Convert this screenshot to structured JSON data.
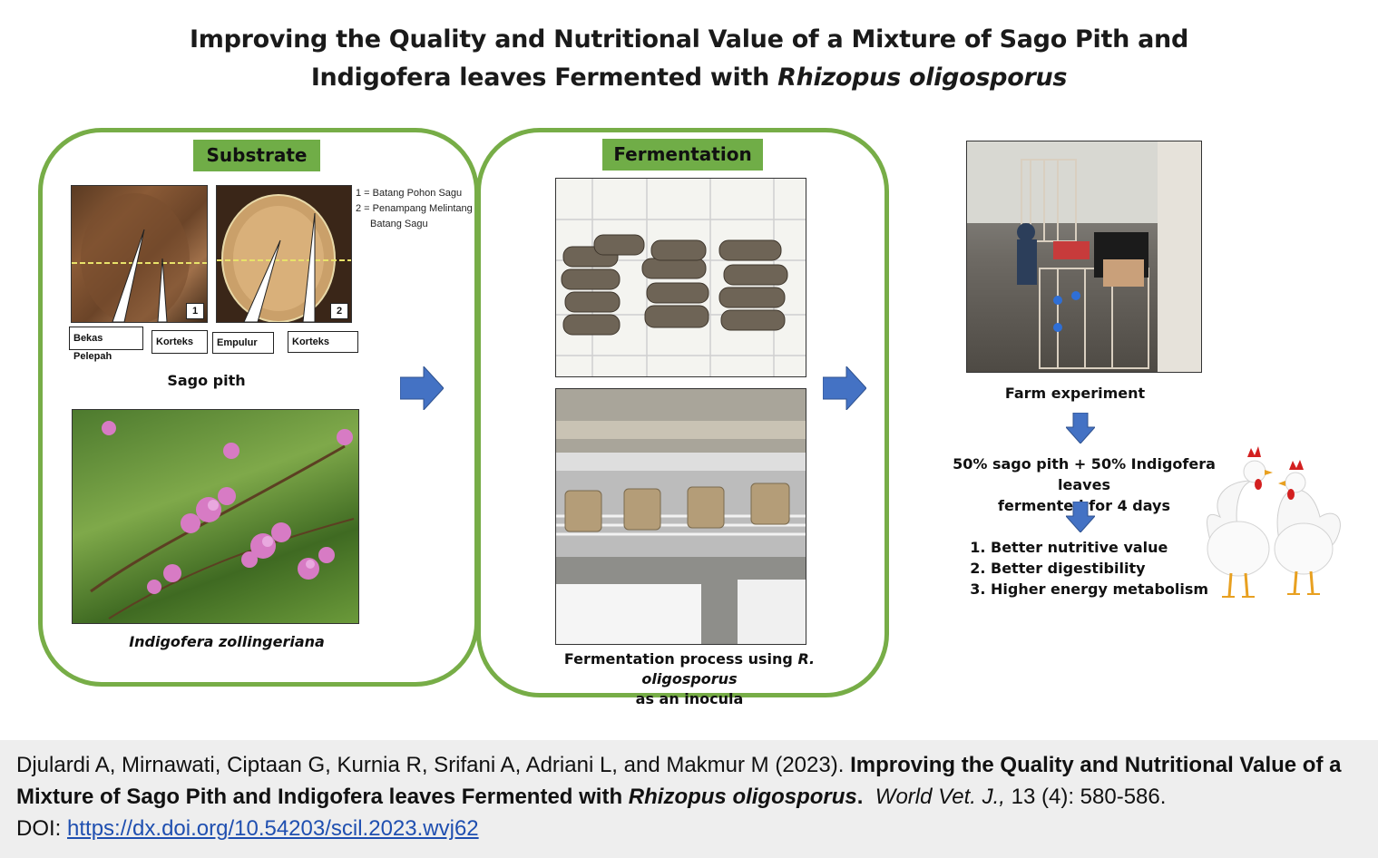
{
  "title": {
    "line1": "Improving the Quality and Nutritional Value of a Mixture of Sago Pith and",
    "line2_plain": "Indigofera leaves Fermented with ",
    "line2_italic": "Rhizopus oligosporus"
  },
  "substrate": {
    "tag": "Substrate",
    "legend": [
      "1 = Batang Pohon Sagu",
      "2 = Penampang Melintang",
      "Batang Sagu"
    ],
    "labels": [
      "Bekas Pelepah",
      "Korteks",
      "Empulur",
      "Korteks"
    ],
    "numbers": [
      "1",
      "2"
    ],
    "sago_caption": "Sago pith",
    "plant_caption": "Indigofera  zollingeriana"
  },
  "fermentation": {
    "tag": "Fermentation",
    "caption_plain": "Fermentation process using ",
    "caption_italic": "R. oligosporus",
    "caption_line2": "as an inocula"
  },
  "farm": {
    "caption": "Farm experiment",
    "mixture_line1": "50% sago pith + 50% Indigofera leaves",
    "mixture_line2": "fermented for 4 days",
    "results": [
      "Better nutritive value",
      "Better digestibility",
      "Higher energy metabolism"
    ]
  },
  "citation": {
    "authors": "Djulardi A, Mirnawati, Ciptaan G, Kurnia R, Srifani A, Adriani L, and Makmur M (2023). ",
    "title_bold": "Improving the Quality and Nutritional Value of a Mixture of Sago Pith and Indigofera leaves Fermented with ",
    "title_italic": "Rhizopus oligosporus",
    "title_end": ".",
    "journal": "World Vet. J.,",
    "volume": " 13 (4): 580-586.",
    "doi_label": "DOI: ",
    "doi_url": "https://dx.doi.org/10.54203/scil.2023.wvj62"
  },
  "colors": {
    "accent_green": "#70ad47",
    "arrow_blue": "#4472c4"
  }
}
